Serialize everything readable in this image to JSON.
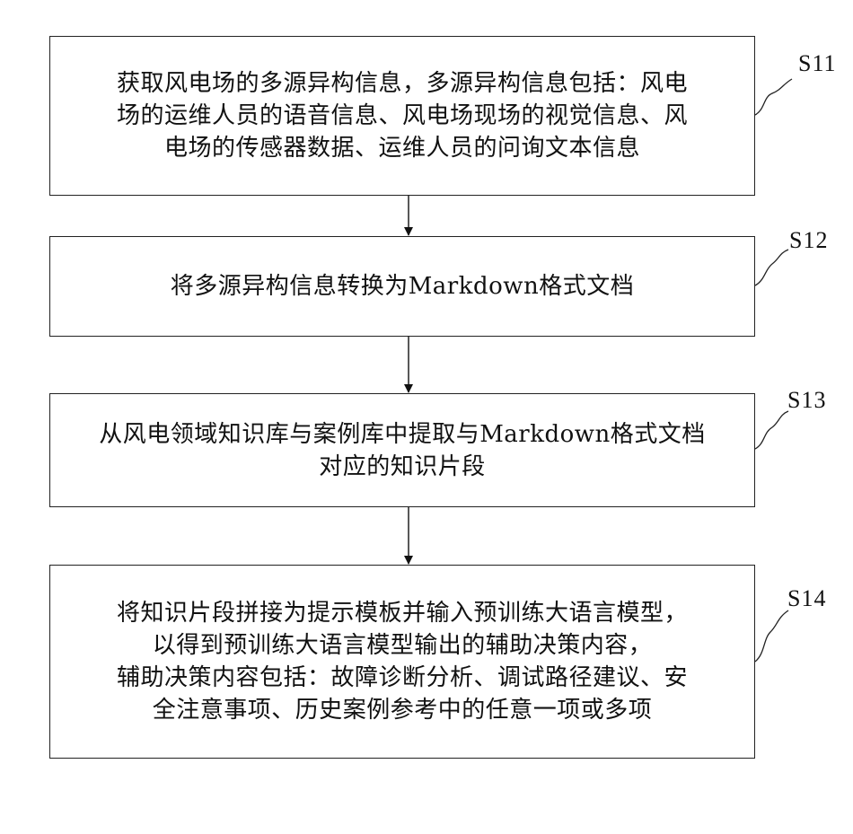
{
  "steps": [
    {
      "id": "S11",
      "label": "S11",
      "lines": [
        "获取风电场的多源异构信息，多源异构信息包括：风电",
        "场的运维人员的语音信息、风电场现场的视觉信息、风",
        "电场的传感器数据、运维人员的问询文本信息"
      ]
    },
    {
      "id": "S12",
      "label": "S12",
      "lines": [
        "将多源异构信息转换为Markdown格式文档"
      ]
    },
    {
      "id": "S13",
      "label": "S13",
      "lines": [
        "从风电领域知识库与案例库中提取与Markdown格式文档",
        "对应的知识片段"
      ]
    },
    {
      "id": "S14",
      "label": "S14",
      "lines": [
        "将知识片段拼接为提示模板并输入预训练大语言模型，",
        "以得到预训练大语言模型输出的辅助决策内容，",
        "辅助决策内容包括：故障诊断分析、调试路径建议、安",
        "全注意事项、历史案例参考中的任意一项或多项"
      ]
    }
  ]
}
